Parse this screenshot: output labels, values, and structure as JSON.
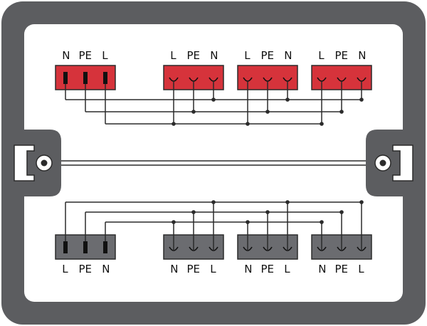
{
  "colors": {
    "housing": "#5c5d60",
    "panel": "#ffffff",
    "connector_red": "#d6333b",
    "connector_gray": "#6b6c70",
    "wire": "#2b2b2b",
    "label": "#111111"
  },
  "top_connectors": [
    {
      "labels": [
        "N",
        "PE",
        "L"
      ],
      "kind": "pins",
      "color": "red"
    },
    {
      "labels": [
        "L",
        "PE",
        "N"
      ],
      "kind": "sockets",
      "color": "red"
    },
    {
      "labels": [
        "L",
        "PE",
        "N"
      ],
      "kind": "sockets",
      "color": "red"
    },
    {
      "labels": [
        "L",
        "PE",
        "N"
      ],
      "kind": "sockets",
      "color": "red"
    }
  ],
  "bottom_connectors": [
    {
      "labels": [
        "L",
        "PE",
        "N"
      ],
      "kind": "pins",
      "color": "gray"
    },
    {
      "labels": [
        "N",
        "PE",
        "L"
      ],
      "kind": "sockets",
      "color": "gray"
    },
    {
      "labels": [
        "N",
        "PE",
        "L"
      ],
      "kind": "sockets",
      "color": "gray"
    },
    {
      "labels": [
        "N",
        "PE",
        "L"
      ],
      "kind": "sockets",
      "color": "gray"
    }
  ]
}
